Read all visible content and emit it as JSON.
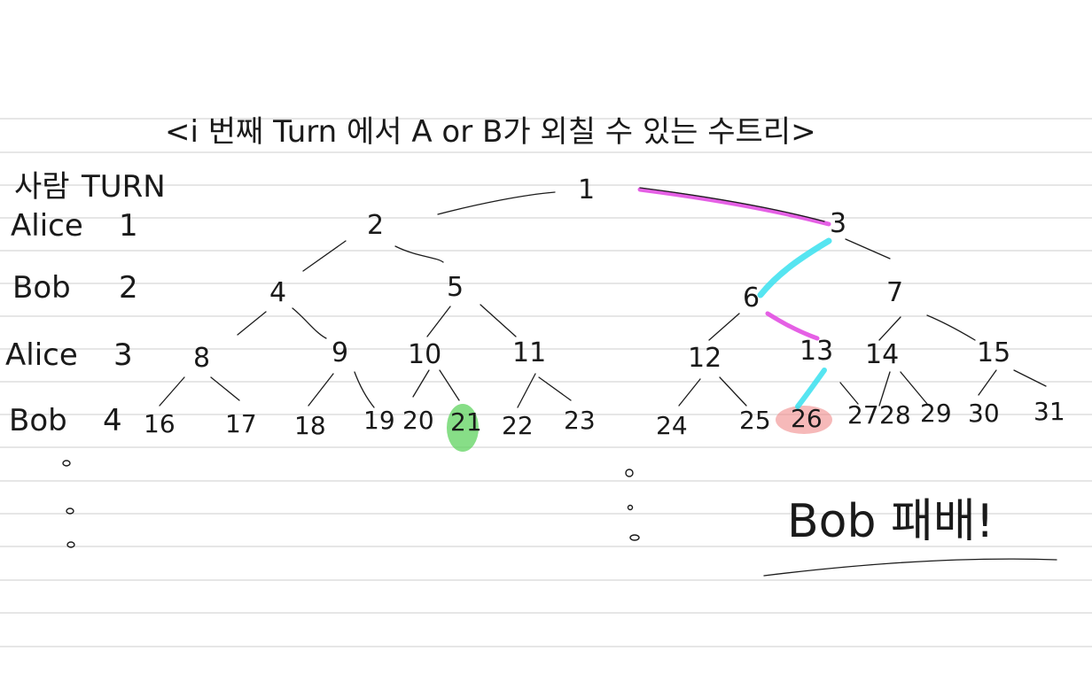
{
  "title": "<i 번째 Turn 에서 A or B가 외칠 수 있는 수트리>",
  "table": {
    "header_person": "사람",
    "header_turn": "TURN",
    "rows": [
      {
        "person": "Alice",
        "turn": "1"
      },
      {
        "person": "Bob",
        "turn": "2"
      },
      {
        "person": "Alice",
        "turn": "3"
      },
      {
        "person": "Bob",
        "turn": "4"
      }
    ]
  },
  "tree": {
    "level1": [
      "1"
    ],
    "level2": [
      "2",
      "3"
    ],
    "level3": [
      "4",
      "5",
      "6",
      "7"
    ],
    "level4": [
      "8",
      "9",
      "10",
      "11",
      "12",
      "13",
      "14",
      "15"
    ],
    "level5": [
      "16",
      "17",
      "18",
      "19",
      "20",
      "21",
      "22",
      "23",
      "24",
      "25",
      "26",
      "27",
      "28",
      "29",
      "30",
      "31"
    ]
  },
  "highlights": {
    "green_node": "21",
    "red_node": "26",
    "magenta_path": [
      "1-3",
      "6-13"
    ],
    "cyan_path": [
      "3-6",
      "13-26"
    ],
    "green_color": "#5fd35f",
    "red_color": "#f08a8a",
    "magenta_color": "#e044e0",
    "cyan_color": "#38e0ee"
  },
  "conclusion": "Bob 패배!"
}
